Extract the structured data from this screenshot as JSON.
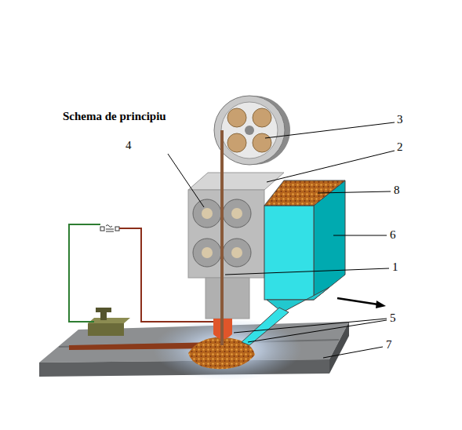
{
  "diagram": {
    "title": "Schema de principiu",
    "labels": [
      "3",
      "4",
      "2",
      "8",
      "6",
      "1",
      "5",
      "7"
    ]
  }
}
